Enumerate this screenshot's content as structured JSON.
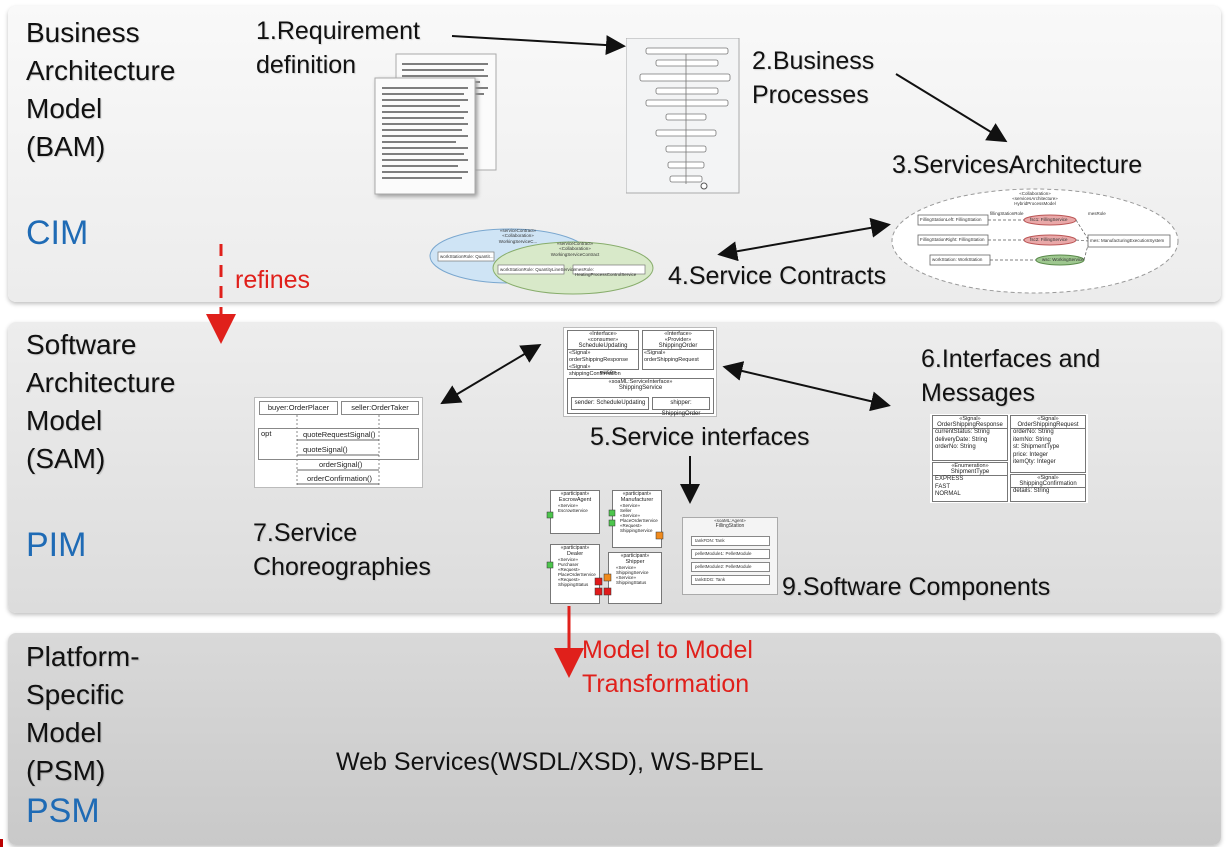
{
  "bam": {
    "title": "Business\nArchitecture\nModel\n(BAM)",
    "level": "CIM",
    "step1": "1.Requirement\ndefinition",
    "step2": "2.Business\nProcesses",
    "step3": "3.ServicesArchitecture",
    "step4": "4.Service Contracts",
    "refines": "refines"
  },
  "sam": {
    "title": "Software\nArchitecture\nModel\n(SAM)",
    "level": "PIM",
    "step5": "5.Service interfaces",
    "step6": "6.Interfaces and\nMessages",
    "step7": "7.Service\nChoreographies",
    "step9": "9.Software Components"
  },
  "psm": {
    "title": "Platform-\nSpecific\nModel\n(PSM)",
    "level": "PSM",
    "transformation": "Model to Model\nTransformation",
    "technologies": "Web Services(WSDL/XSD), WS-BPEL"
  },
  "seq": {
    "lifeline1": "buyer:OrderPlacer",
    "lifeline2": "seller:OrderTaker",
    "fragment": "opt",
    "messages": [
      "quoteRequestSignal()",
      "quoteSignal()",
      "orderSignal()",
      "orderConfirmation()"
    ]
  },
  "si": {
    "consumer_stereo": "«Interface»\n«consumer»",
    "consumer_name": "ScheduleUpdating",
    "consumer_ops": "«Signal» orderShippingResponse\n«Signal» shippingConfirmation",
    "provider_stereo": "«Interface»\n«Provider»",
    "provider_name": "ShippingOrder",
    "provider_ops": "«Signal» orderShippingRequest",
    "use": "«use»",
    "svc_stereo": "«soaML:ServiceInterface»",
    "svc_name": "ShippingService",
    "port1": "sender: ScheduleUpdating",
    "port2": "shipper: ShippingOrder"
  },
  "msgs": {
    "m1_stereo": "«Signal»",
    "m1_name": "OrderShippingResponse",
    "m1_attrs": "currentStatus: String\ndeliveryDate: String\norderNo: String",
    "m2_stereo": "«Signal»",
    "m2_name": "OrderShippingRequest",
    "m2_attrs": "orderNo: String\nitemNo: String\nst: ShipmentType\nprice: Integer\nitemQty: Integer",
    "m3_stereo": "«Enumeration»",
    "m3_name": "ShipmentType",
    "m3_attrs": "EXPRESS\nFAST\nNORMAL",
    "m4_stereo": "«Signal»",
    "m4_name": "ShippingConfirmation",
    "m4_attrs": "details: String"
  },
  "participants": [
    {
      "stereo": "«participant»",
      "name": "EscrowAgent",
      "port": "«Service»\nEscrowService"
    },
    {
      "stereo": "«participant»",
      "name": "Manufacturer",
      "port": "«Service»\nSeller\n«Service»\nPlaceOrderService\n«Request»\nShippingService"
    },
    {
      "stereo": "«participant»",
      "name": "Dealer",
      "port": "«Service»\nPurchaser\n«Request»\nPlaceOrderService\n«Request»\nShippingStatus"
    },
    {
      "stereo": "«participant»",
      "name": "Shipper",
      "port": "«Service»\nShippingService\n«Service»\nShippingStatus"
    }
  ],
  "component": {
    "stereo": "«soaML:Agent»",
    "name": "FillingStation",
    "parts": [
      "tankFDN: Tank",
      "pelletModule1: PelletModule",
      "pelletModule2: PelletModule",
      "tankEDG: Tank"
    ]
  },
  "services_arch": {
    "stereo": "«Collaboration»\n«servicesArchitecture»",
    "name": "HybridProcessModel",
    "rows": [
      "FillingStationLeft: FillingStation",
      "FillingStationRight: FillingStation",
      "workStation: WorkStation"
    ],
    "roles": [
      "fsc1: FillingService",
      "fsc2: FillingService",
      "wsc: WorkingService"
    ],
    "role_label": "fillingStationRole",
    "right": "mes: ManufacturingExecutionSystem",
    "mes_role": "mesRole"
  },
  "contracts": [
    {
      "stereo": "«serviceContract»\n«Collaboration»",
      "name": "WorkingServiceC...",
      "part": "workStationRole: Quantit..."
    },
    {
      "stereo": "«serviceContract»\n«Collaboration»",
      "name": "WorkingServiceContract",
      "part1": "workStationRole: QuantityLineService",
      "part2": "mesRole: HeatingProcessControlService"
    }
  ],
  "colors": {
    "cim_blue": "#1f6bb5",
    "arrow_red": "#e0201b"
  }
}
